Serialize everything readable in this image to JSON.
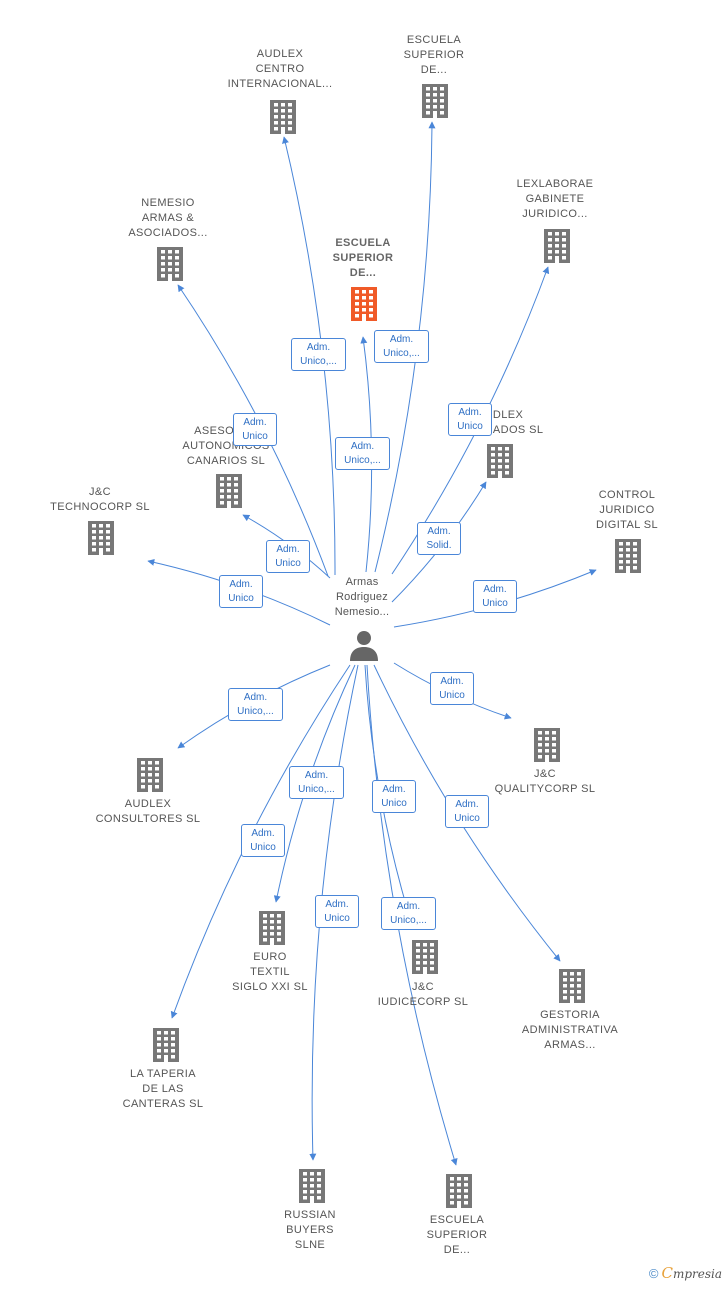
{
  "colors": {
    "edge": "#4a86d8",
    "company": "#777777",
    "focus": "#f05a28",
    "person": "#666666"
  },
  "center": {
    "name": "Armas\nRodriguez\nNemesio..."
  },
  "nodes": [
    {
      "id": "audlex-centro",
      "name": "AUDLEX\nCENTRO\nINTERNACIONAL...",
      "type": "company"
    },
    {
      "id": "escuela-top",
      "name": "ESCUELA\nSUPERIOR\nDE...",
      "type": "company"
    },
    {
      "id": "escuela-main",
      "name": "ESCUELA\nSUPERIOR\nDE...",
      "type": "focus"
    },
    {
      "id": "nemesio",
      "name": "NEMESIO\nARMAS &\nASOCIADOS...",
      "type": "company"
    },
    {
      "id": "lexlaborae",
      "name": "LEXLABORAE\nGABINETE\nJURIDICO...",
      "type": "company"
    },
    {
      "id": "asesores",
      "name": "ASESORES\nAUTONOMICOS\nCANARIOS  SL",
      "type": "company"
    },
    {
      "id": "audlex-asoc",
      "name": "AUDLEX\nASOCIADOS  SL",
      "type": "company"
    },
    {
      "id": "jc-techno",
      "name": "J&C\nTECHNOCORP SL",
      "type": "company"
    },
    {
      "id": "control",
      "name": "CONTROL\nJURIDICO\nDIGITAL  SL",
      "type": "company"
    },
    {
      "id": "audlex-cons",
      "name": "AUDLEX\nCONSULTORES SL",
      "type": "company"
    },
    {
      "id": "jc-quality",
      "name": "J&C\nQUALITYCORP SL",
      "type": "company"
    },
    {
      "id": "euro-textil",
      "name": "EURO\nTEXTIL\nSIGLO XXI  SL",
      "type": "company"
    },
    {
      "id": "jc-iudice",
      "name": "J&C\nIUDICECORP SL",
      "type": "company"
    },
    {
      "id": "gestoria",
      "name": "GESTORIA\nADMINISTRATIVA\nARMAS...",
      "type": "company"
    },
    {
      "id": "taperia",
      "name": "LA TAPERIA\nDE LAS\nCANTERAS  SL",
      "type": "company"
    },
    {
      "id": "russian",
      "name": "RUSSIAN\nBUYERS\nSLNE",
      "type": "company"
    },
    {
      "id": "escuela-bottom",
      "name": "ESCUELA\nSUPERIOR\nDE...",
      "type": "company"
    }
  ],
  "edges": [
    {
      "to": "audlex-centro",
      "label": "Adm.\nUnico,..."
    },
    {
      "to": "escuela-top",
      "label": "Adm.\nUnico,..."
    },
    {
      "to": "escuela-main",
      "label": "Adm.\nUnico,..."
    },
    {
      "to": "nemesio",
      "label": "Adm.\nUnico"
    },
    {
      "to": "lexlaborae",
      "label": "Adm.\nUnico"
    },
    {
      "to": "asesores",
      "label": "Adm.\nUnico"
    },
    {
      "to": "audlex-asoc",
      "label": "Adm.\nSolid."
    },
    {
      "to": "jc-techno",
      "label": "Adm.\nUnico"
    },
    {
      "to": "control",
      "label": "Adm.\nUnico"
    },
    {
      "to": "audlex-cons",
      "label": "Adm.\nUnico,..."
    },
    {
      "to": "jc-quality",
      "label": "Adm.\nUnico"
    },
    {
      "to": "euro-textil",
      "label": "Adm.\nUnico,..."
    },
    {
      "to": "jc-iudice",
      "label": "Adm.\nUnico"
    },
    {
      "to": "gestoria",
      "label": "Adm.\nUnico"
    },
    {
      "to": "taperia",
      "label": "Adm.\nUnico"
    },
    {
      "to": "russian",
      "label": "Adm.\nUnico"
    },
    {
      "to": "escuela-bottom",
      "label": "Adm.\nUnico,..."
    }
  ],
  "brand": {
    "copyright": "©",
    "initial": "C",
    "rest": "mpresia"
  }
}
